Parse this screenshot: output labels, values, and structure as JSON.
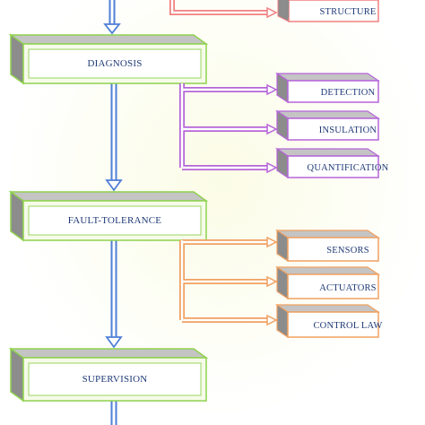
{
  "colors": {
    "green_border": "#8fd14f",
    "pink_border": "#f08080",
    "purple_border": "#b565d9",
    "orange_border": "#f0a060",
    "blue_arrow": "#4f7fd6",
    "box_face": "#ffffff",
    "box_side": "#8c8c8c",
    "box_top": "#c4c4c4"
  },
  "diagram": {
    "main_nodes": [
      {
        "id": "diagnosis",
        "label": "DIAGNOSIS"
      },
      {
        "id": "fault_tolerance",
        "label": "FAULT-TOLERANCE"
      },
      {
        "id": "supervision",
        "label": "SUPERVISION"
      }
    ],
    "top_partial": {
      "label": "STRUCTURE"
    },
    "diagnosis_children": [
      {
        "label": "DETECTION"
      },
      {
        "label": "INSULATION"
      },
      {
        "label": "QUANTIFICATION"
      }
    ],
    "fault_tolerance_children": [
      {
        "label": "SENSORS"
      },
      {
        "label": "ACTUATORS"
      },
      {
        "label": "CONTROL LAW"
      }
    ]
  }
}
